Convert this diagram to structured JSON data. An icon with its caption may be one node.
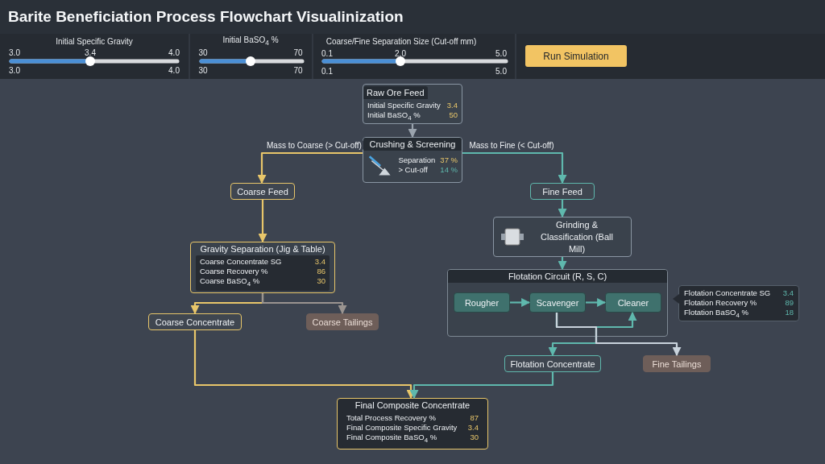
{
  "diagram": {
    "title": "Barite Beneficiation Process Flowchart Visualinization",
    "nodes": [
      {
        "text": [
          "Raw Ore Feed",
          "Initial Specific Gravity",
          "3.4",
          "Initial BaSO$_{4}$ %",
          "50"
        ]
      },
      {
        "text": [
          "Crushing & Screening",
          "Separation",
          "37 %",
          "> Cut-off",
          "14 %"
        ]
      },
      {
        "text": [
          "Coarse Feed"
        ]
      },
      {
        "text": [
          "Fine Feed"
        ]
      },
      {
        "text": [
          "Gravity Separation (Jig & Table)",
          "Coarse Concentrate SG",
          "3.4",
          "Coarse Recovery %",
          "86",
          "Coarse BaSO$_{4}$ %",
          "30"
        ]
      },
      {
        "text": [
          "Grinding & Classification (Ball Mill)"
        ]
      },
      {
        "text": [
          "Flotation Circuit (R, S, C)"
        ]
      },
      {
        "text": [
          "Rougher"
        ],
        "in": 6
      },
      {
        "text": [
          "Scavenger"
        ],
        "in": 6
      },
      {
        "text": [
          "Cleaner"
        ],
        "in": 6
      },
      {
        "text": [
          "Flotation Concentrate SG",
          "3.4",
          "Flotation Recovery %",
          "89",
          "Flotation BaSO$_{4}$ %",
          "18"
        ]
      },
      {
        "text": [
          "Coarse Concentrate"
        ]
      },
      {
        "text": [
          "Coarse Tailings"
        ]
      },
      {
        "text": [
          "Flotation Concentrate"
        ]
      },
      {
        "text": [
          "Fine Tailings"
        ]
      },
      {
        "text": [
          "Final Composite Concentrate",
          "Total Process Recovery %",
          "87",
          "Final Composite Specific Gravity",
          "3.4",
          "Final Composite BaSO$_{4}$ %",
          "30"
        ]
      }
    ],
    "edges": [
      {
        "from": 0,
        "to": 1,
        "arrow": "to",
        "color": "#9aa3ad"
      },
      {
        "from": 1,
        "to": 2,
        "arrow": "to",
        "label": "Mass to Coarse (> Cut-off)",
        "color": "#e8c66a"
      },
      {
        "from": 1,
        "to": 3,
        "arrow": "to",
        "label": "Mass to Fine (< Cut-off)"
      },
      {
        "from": 2,
        "to": 4,
        "arrow": "to",
        "color": "#e8c66a"
      },
      {
        "from": 3,
        "to": 5,
        "arrow": "to"
      },
      {
        "from": 5,
        "to": 6,
        "arrow": "to"
      },
      {
        "from": 7,
        "to": 8,
        "arrow": "to"
      },
      {
        "from": 8,
        "to": 9,
        "arrow": "to"
      },
      {
        "from": 8,
        "to": 9,
        "arrow": "to"
      },
      {
        "from": 8,
        "to": 13,
        "arrow": "to"
      },
      {
        "from": 8,
        "to": 14,
        "arrow": "to",
        "color": "#c9d3dc"
      },
      {
        "from": 4,
        "to": 11,
        "arrow": "to",
        "color": "#e8c66a"
      },
      {
        "from": 4,
        "to": 12,
        "arrow": "to",
        "color": "#9a9490"
      },
      {
        "from": 11,
        "to": 15,
        "arrow": "to",
        "color": "#e8c66a"
      },
      {
        "from": 13,
        "to": 15,
        "arrow": "to"
      }
    ],
    "labels": [
      "Initial Specific Gravity",
      "3.0",
      "3.4",
      "4.0",
      "3.0",
      "4.0",
      "Initial BaSO$_{4}$ %",
      "30",
      "70",
      "30",
      "70",
      "Coarse/Fine Separation Size (Cut-off mm)",
      "0.1",
      "2.0",
      "5.0",
      "0.1",
      "5.0",
      "Run Simulation"
    ]
  }
}
